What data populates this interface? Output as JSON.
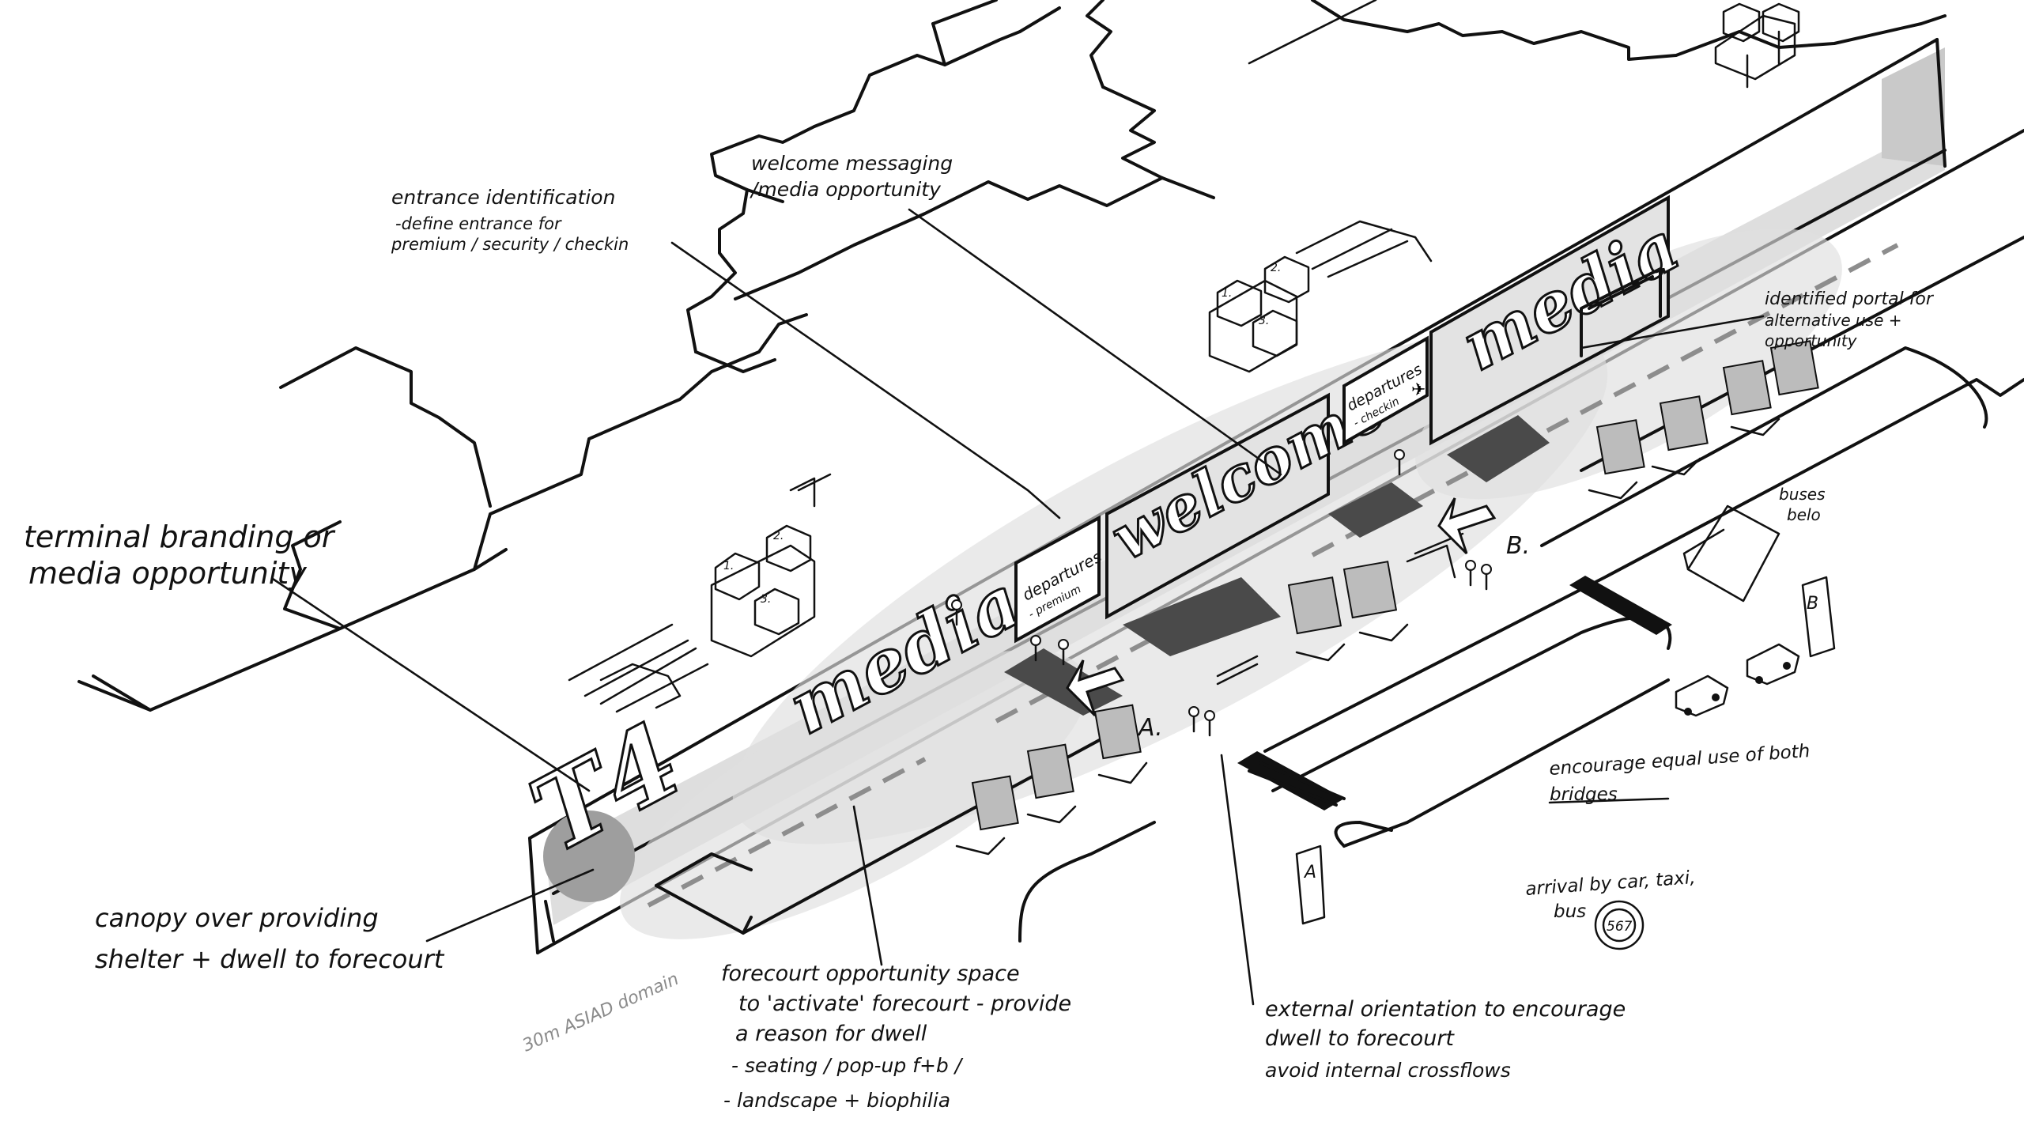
{
  "annotations": {
    "terminal_branding": [
      "terminal branding or",
      "media opportunity"
    ],
    "entrance_identification": [
      "entrance identification",
      "-define entrance for",
      "premium / security / checkin"
    ],
    "welcome_messaging": [
      "welcome messaging",
      "/media opportunity"
    ],
    "identified_portal": [
      "identified portal for",
      "alternative use +",
      "opportunity"
    ],
    "buses": [
      "buses",
      "belo"
    ],
    "canopy": [
      "canopy over providing",
      "shelter + dwell to forecourt"
    ],
    "forecourt_opportunity": [
      "forecourt opportunity space",
      "to 'activate' forecourt - provide",
      "a reason for dwell",
      "- seating / pop-up f+b /",
      "- landscape + biophilia"
    ],
    "external_orientation": [
      "external orientation to encourage",
      "dwell to forecourt",
      "avoid internal crossflows"
    ],
    "encourage_bridges": [
      "encourage equal use of both",
      "bridges"
    ],
    "arrival": [
      "arrival by car, taxi,",
      "bus"
    ],
    "asiad": "30m ASIAD domain"
  },
  "facade_signs": {
    "t4": "T4",
    "media_left": "media",
    "welcome": "welcome",
    "media_right": "media",
    "departures_premium": "departures",
    "departures_premium_sub": "- premium",
    "departures_checkin": "departures",
    "departures_checkin_sub": "- checkin"
  },
  "markers": {
    "a_label": "A.",
    "b_label": "B.",
    "pillar_a": "A",
    "pillar_b": "B",
    "roundel": "567"
  },
  "vertical_core_numbers": [
    "1.",
    "2.",
    "3."
  ]
}
